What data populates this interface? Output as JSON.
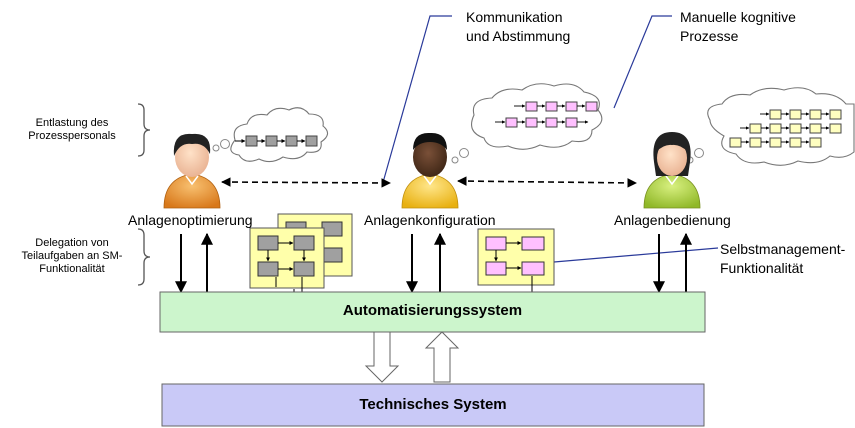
{
  "left_labels": {
    "relief": [
      "Entlastung des",
      "Prozesspersonals"
    ],
    "delegation": [
      "Delegation von",
      "Teilaufgaben an SM-",
      "Funktionalität"
    ]
  },
  "callouts": {
    "communication": [
      "Kommunikation",
      "und Abstimmung"
    ],
    "cognitive": [
      "Manuelle kognitive",
      "Prozesse"
    ],
    "self_management": [
      "Selbstmanagement-",
      "Funktionalität"
    ]
  },
  "roles": {
    "optimization": "Anlagenoptimierung",
    "configuration": "Anlagenkonfiguration",
    "operation": "Anlagenbedienung"
  },
  "systems": {
    "automation": "Automatisierungssystem",
    "technical": "Technisches System"
  },
  "colors": {
    "automation_fill": "#ccf5cc",
    "technical_fill": "#c9c9f7",
    "sm_module_fill": "#ffffaa",
    "gray_block": "#a0a0a0",
    "pink_block": "#ffc0ff",
    "yellow_block": "#ffffc0",
    "person_orange": "#e8901c",
    "person_yellow": "#f2c820",
    "person_green": "#a8cc30",
    "callout_line": "#2a3a9a"
  }
}
